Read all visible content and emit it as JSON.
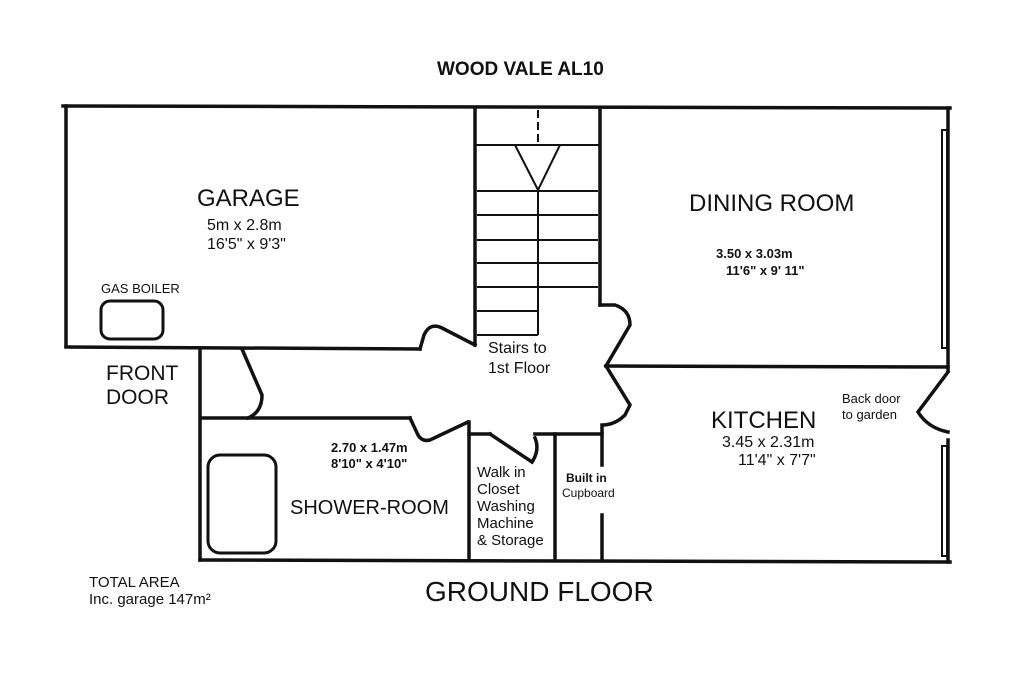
{
  "title": "WOOD VALE AL10",
  "floor_label": "GROUND FLOOR",
  "total_area": {
    "line1": "TOTAL AREA",
    "line2": "Inc. garage 147m²"
  },
  "rooms": {
    "garage": {
      "name": "GARAGE",
      "dim_metric": "5m x 2.8m",
      "dim_imperial": "16'5\" x 9'3\"",
      "fixture": "GAS BOILER"
    },
    "dining": {
      "name": "DINING ROOM",
      "dim_metric": "3.50 x 3.03m",
      "dim_imperial": "11'6\" x 9' 11\""
    },
    "kitchen": {
      "name": "KITCHEN",
      "dim_metric": "3.45 x 2.31m",
      "dim_imperial": "11'4\" x 7'7\"",
      "door_note_1": "Back door",
      "door_note_2": "to garden"
    },
    "shower": {
      "name": "SHOWER-ROOM",
      "dim_metric": "2.70 x 1.47m",
      "dim_imperial": "8'10\" x 4'10\""
    },
    "closet": {
      "line1": "Walk in",
      "line2": "Closet",
      "line3": "Washing",
      "line4": "Machine",
      "line5": "& Storage"
    },
    "cupboard": {
      "line1": "Built in",
      "line2": "Cupboard"
    },
    "stairs": {
      "line1": "Stairs to",
      "line2": "1st Floor"
    }
  },
  "entrances": {
    "front_door_1": "FRONT",
    "front_door_2": "DOOR"
  }
}
